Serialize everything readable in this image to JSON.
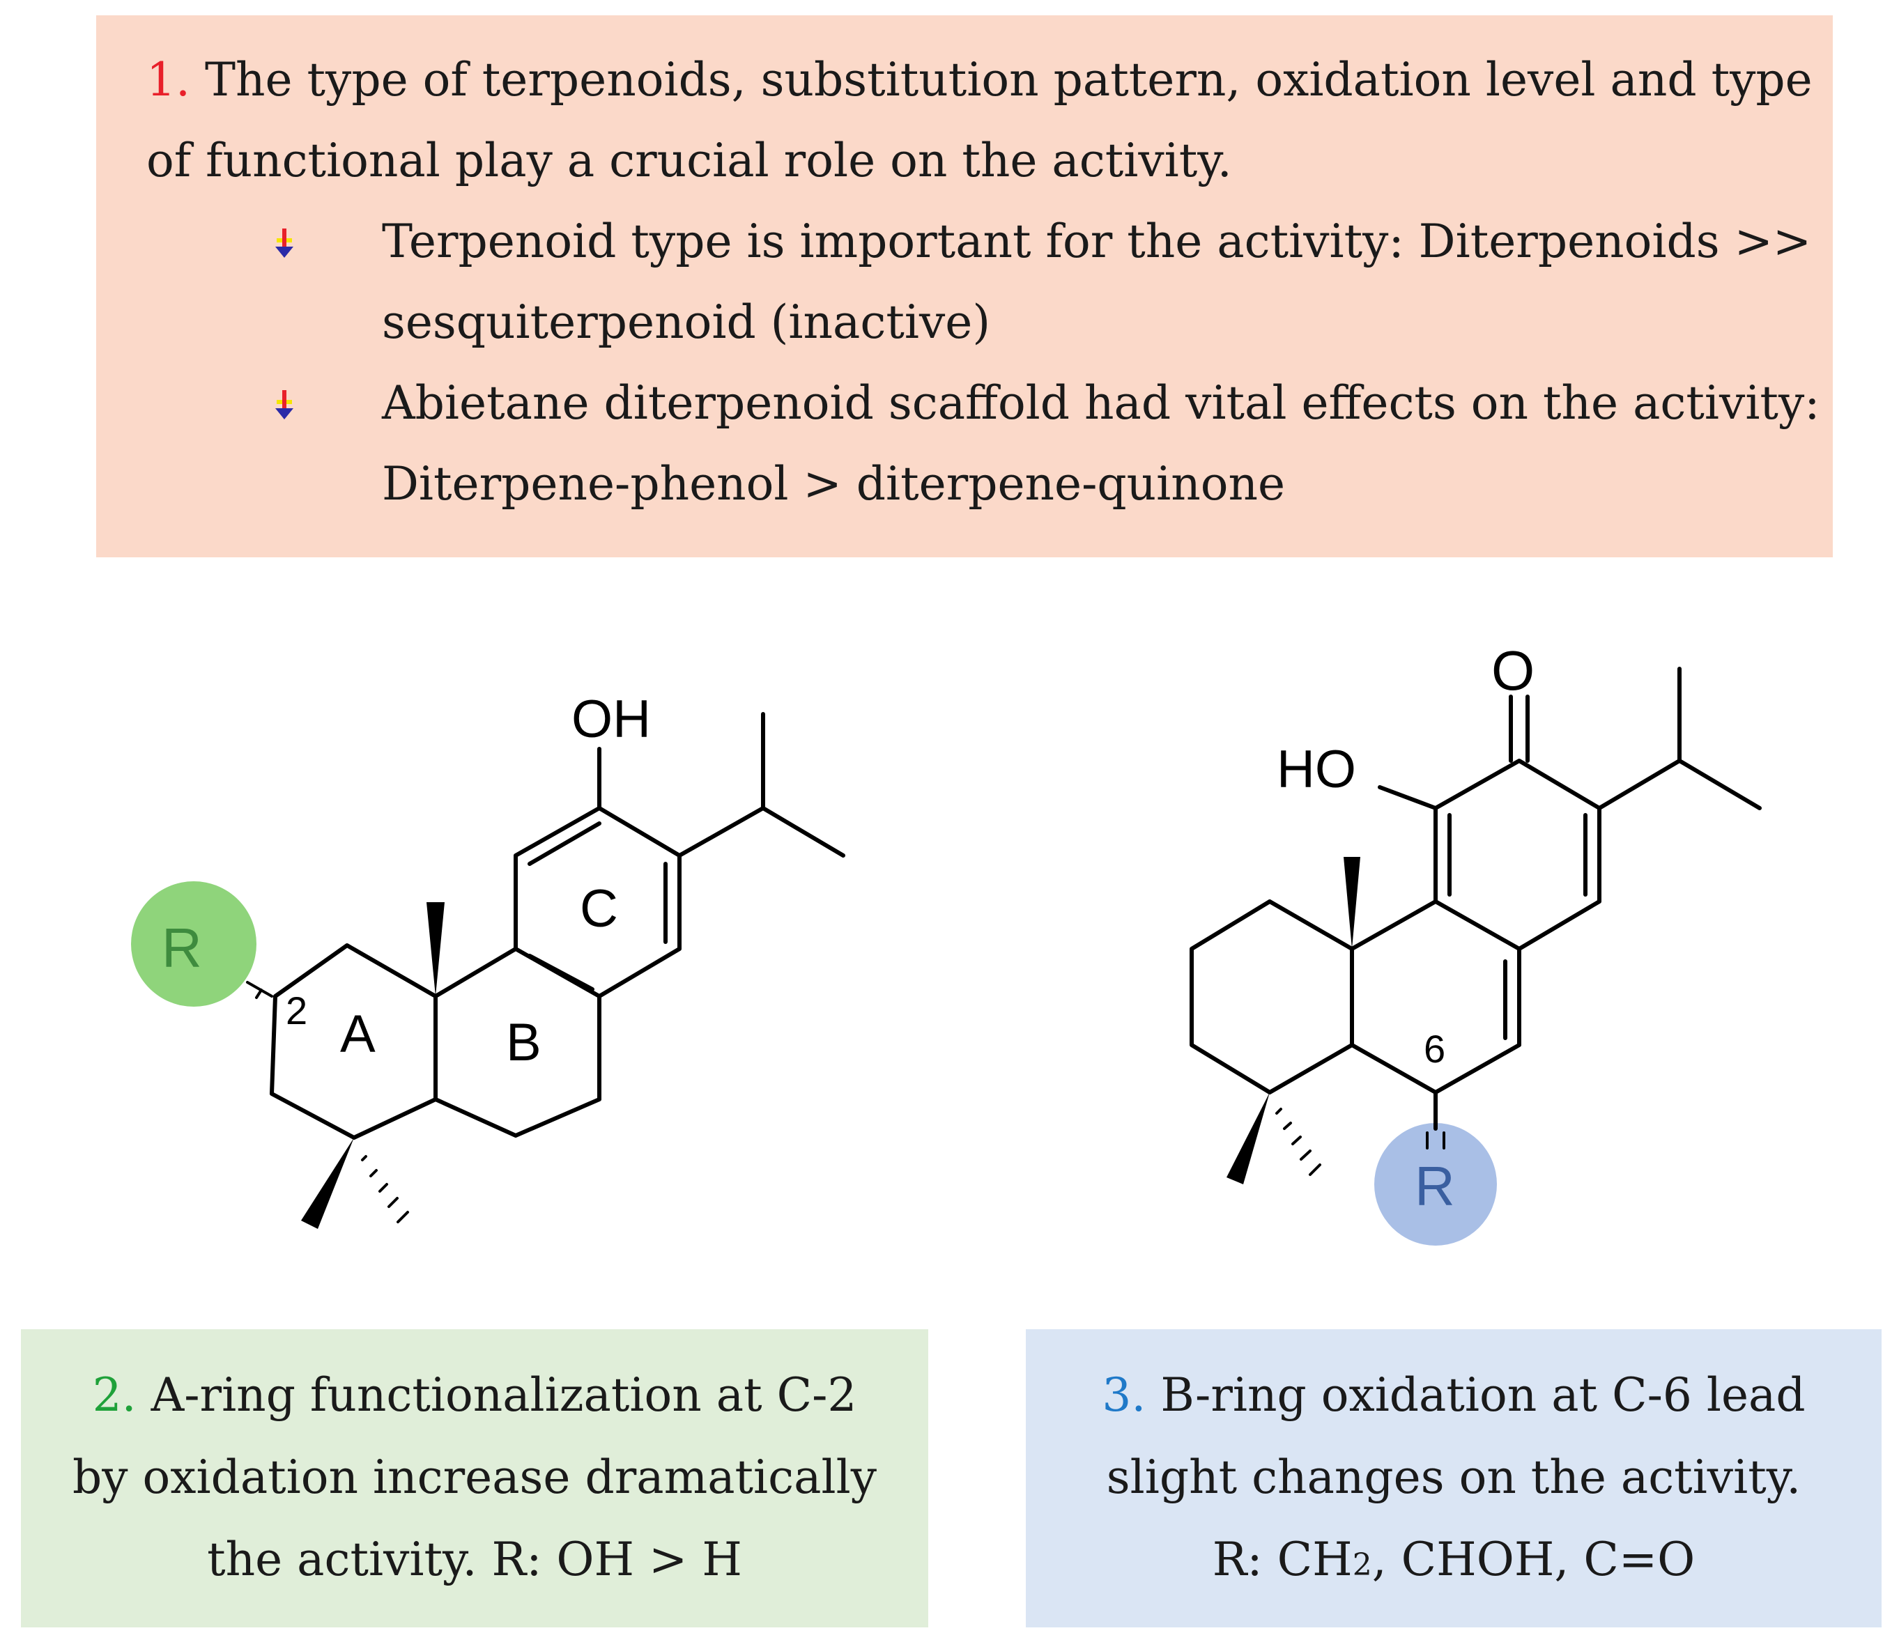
{
  "colors": {
    "box1_bg": "#fbd9c9",
    "box2_bg": "#e0eed9",
    "box3_bg": "#dae5f4",
    "num1": "#e8202a",
    "num2": "#1fa13a",
    "num3": "#1f79c8",
    "green_circle": "#8fd47b",
    "green_text": "#3e8b3e",
    "blue_circle": "#a9bfe6",
    "blue_text": "#3a5fa0",
    "bond": "#000000"
  },
  "point1": {
    "number": "1.",
    "line1": "The type of terpenoids, substitution pattern, oxidation level and type",
    "line2": "of functional play a crucial role on the activity.",
    "bullets": [
      {
        "icon": "arrow-down-bullet-icon",
        "line1": "Terpenoid type is important for the activity: Diterpenoids >>",
        "line2": "sesquiterpenoid (inactive)"
      },
      {
        "icon": "arrow-down-bullet-icon",
        "line1": "Abietane diterpenoid scaffold had vital effects on the activity:",
        "line2": "Diterpene-phenol > diterpene-quinone"
      }
    ]
  },
  "point2": {
    "number": "2.",
    "line1": "A-ring functionalization at C-2",
    "line2": "by oxidation increase dramatically",
    "line3": "the activity. R: OH > H"
  },
  "point3": {
    "number": "3.",
    "line1": "B-ring oxidation at C-6 lead",
    "line2": "slight changes on the activity.",
    "line3_prefix": "R: CH",
    "line3_sub": "2",
    "line3_suffix": ", CHOH, C=O"
  },
  "left_molecule": {
    "oh": "OH",
    "r": "R",
    "position": "2",
    "ring_a": "A",
    "ring_b": "B",
    "ring_c": "C"
  },
  "right_molecule": {
    "carbonyl_o": "O",
    "ho": "HO",
    "position": "6",
    "r": "R"
  }
}
